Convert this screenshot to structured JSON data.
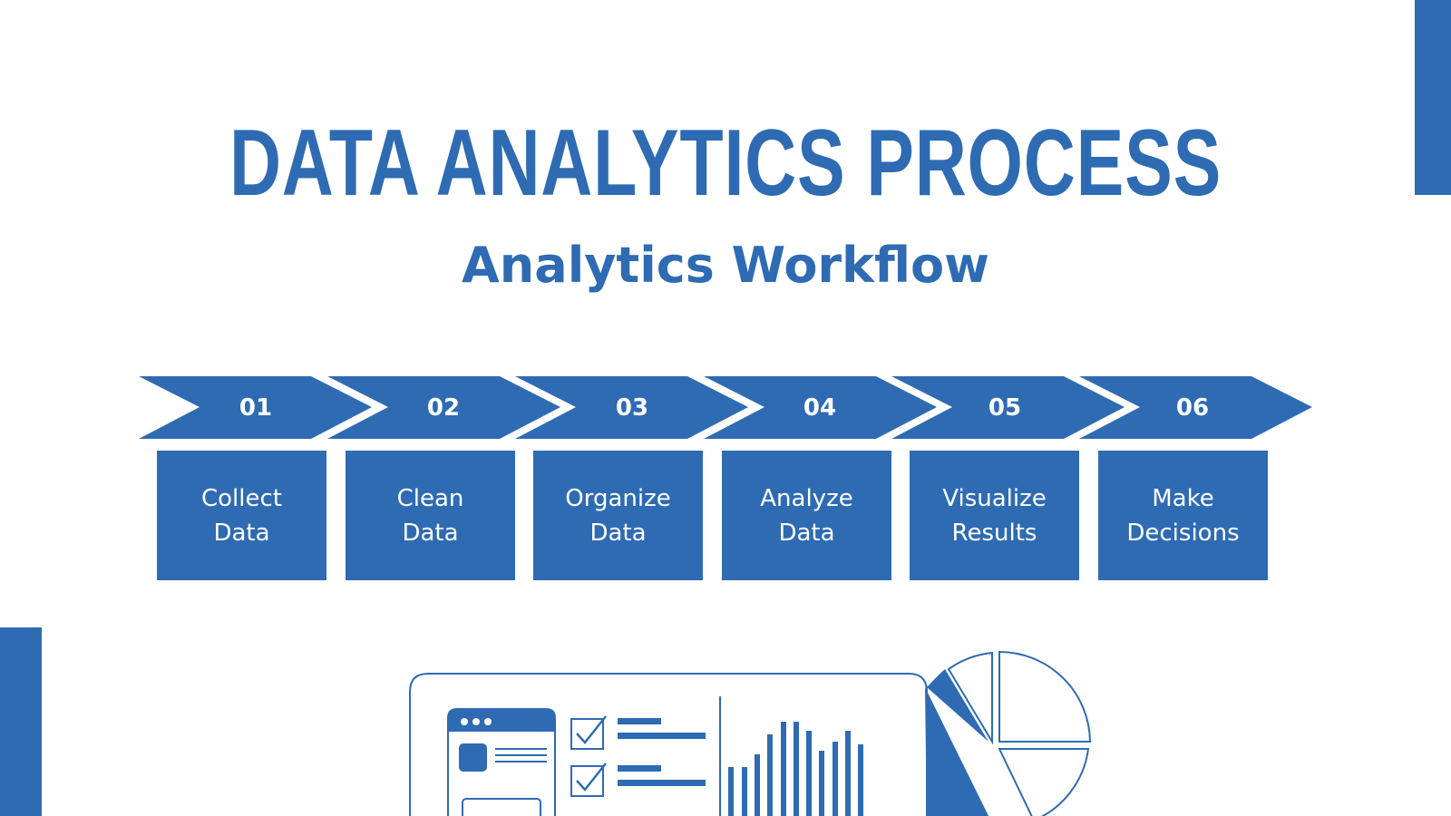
{
  "title": "DATA ANALYTICS PROCESS",
  "subtitle": "Analytics Workflow",
  "colors": {
    "accent": "#2e6bb3",
    "background": "#ffffff",
    "text_on_accent": "#ffffff"
  },
  "steps": [
    {
      "number": "01",
      "label": "Collect\nData"
    },
    {
      "number": "02",
      "label": "Clean\nData"
    },
    {
      "number": "03",
      "label": "Organize\nData"
    },
    {
      "number": "04",
      "label": "Analyze\nData"
    },
    {
      "number": "05",
      "label": "Visualize\nResults"
    },
    {
      "number": "06",
      "label": "Make\nDecisions"
    }
  ],
  "illustration": {
    "icons": [
      "browser-window-icon",
      "checklist-icon",
      "bar-chart-icon",
      "pie-chart-icon"
    ]
  }
}
